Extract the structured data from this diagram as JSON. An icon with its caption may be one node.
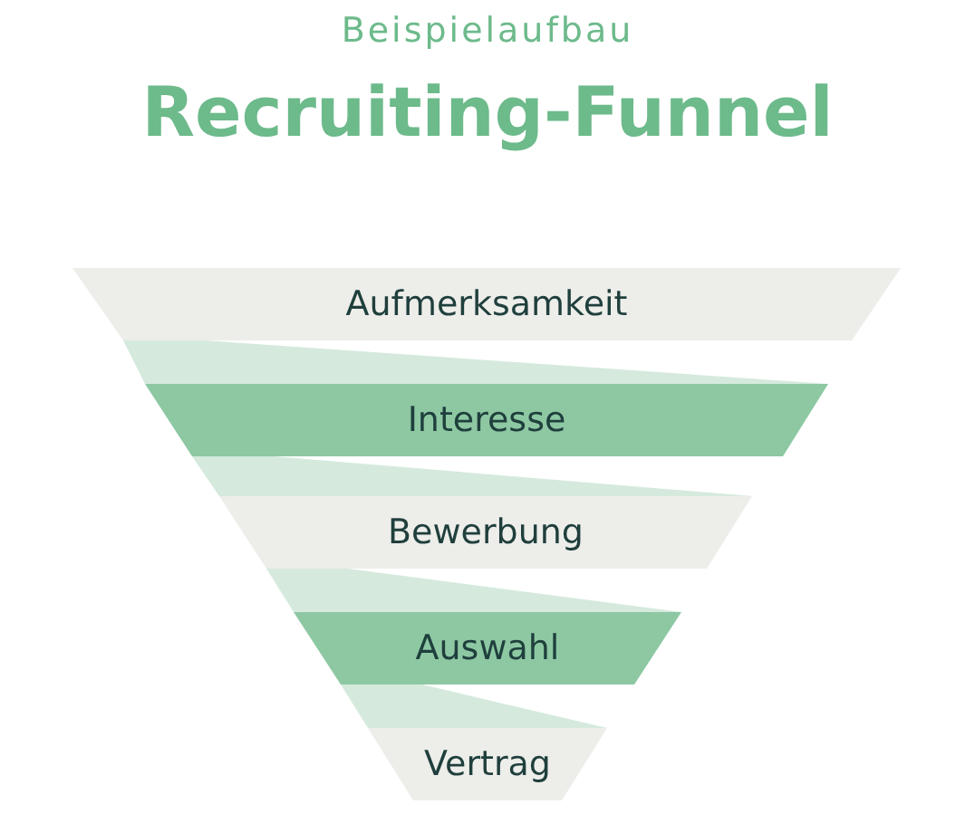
{
  "diagram": {
    "title": "Recruiting-Funnel",
    "nodes": [
      {
        "text": [
          "Aufmerksamkeit"
        ]
      },
      {
        "text": [
          "Interesse"
        ]
      },
      {
        "text": [
          "Bewerbung"
        ]
      },
      {
        "text": [
          "Auswahl"
        ]
      },
      {
        "text": [
          "Vertrag"
        ]
      }
    ],
    "labels": [
      "Beispielaufbau"
    ]
  }
}
